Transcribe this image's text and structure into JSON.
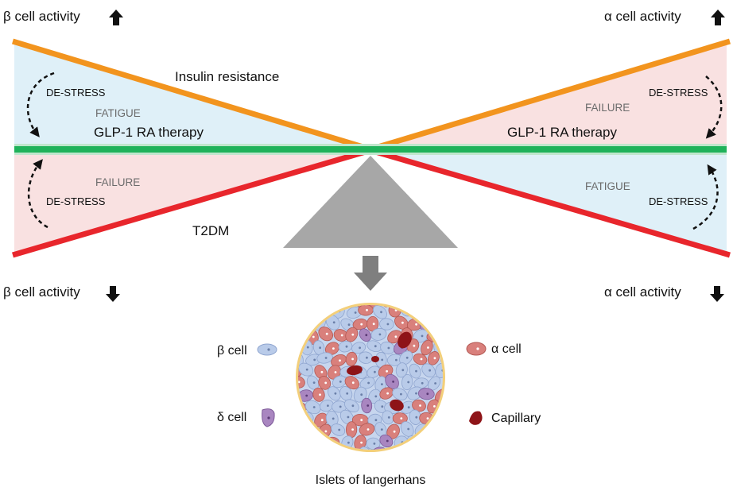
{
  "corners": {
    "beta_up": "β cell activity",
    "alpha_up": "α cell activity",
    "beta_down": "β cell activity",
    "alpha_down": "α cell activity"
  },
  "left": {
    "insulin_resistance": "Insulin resistance",
    "destress_top": "DE-STRESS",
    "fatigue": "FATIGUE",
    "therapy": "GLP-1 RA therapy",
    "failure": "FAILURE",
    "destress_bottom": "DE-STRESS",
    "t2dm": "T2DM"
  },
  "right": {
    "failure": "FAILURE",
    "destress_top": "DE-STRESS",
    "therapy": "GLP-1 RA therapy",
    "fatigue": "FATIGUE",
    "destress_bottom": "DE-STRESS"
  },
  "legend": {
    "beta": "β cell",
    "delta": "δ cell",
    "alpha": "α cell",
    "capillary": "Capillary"
  },
  "caption": "Islets of langerhans",
  "colors": {
    "orange": "#f2941e",
    "red": "#e8262c",
    "green": "#1fb25a",
    "blue_fill": "#dff0f8",
    "pink_fill": "#f9e1e1",
    "fulcrum": "#a7a7a7",
    "beta_cell": "#b9cbe9",
    "alpha_cell": "#d9807c",
    "delta_cell": "#a986c0",
    "capillary": "#8e1418",
    "islet_border": "#f3cf7a"
  }
}
